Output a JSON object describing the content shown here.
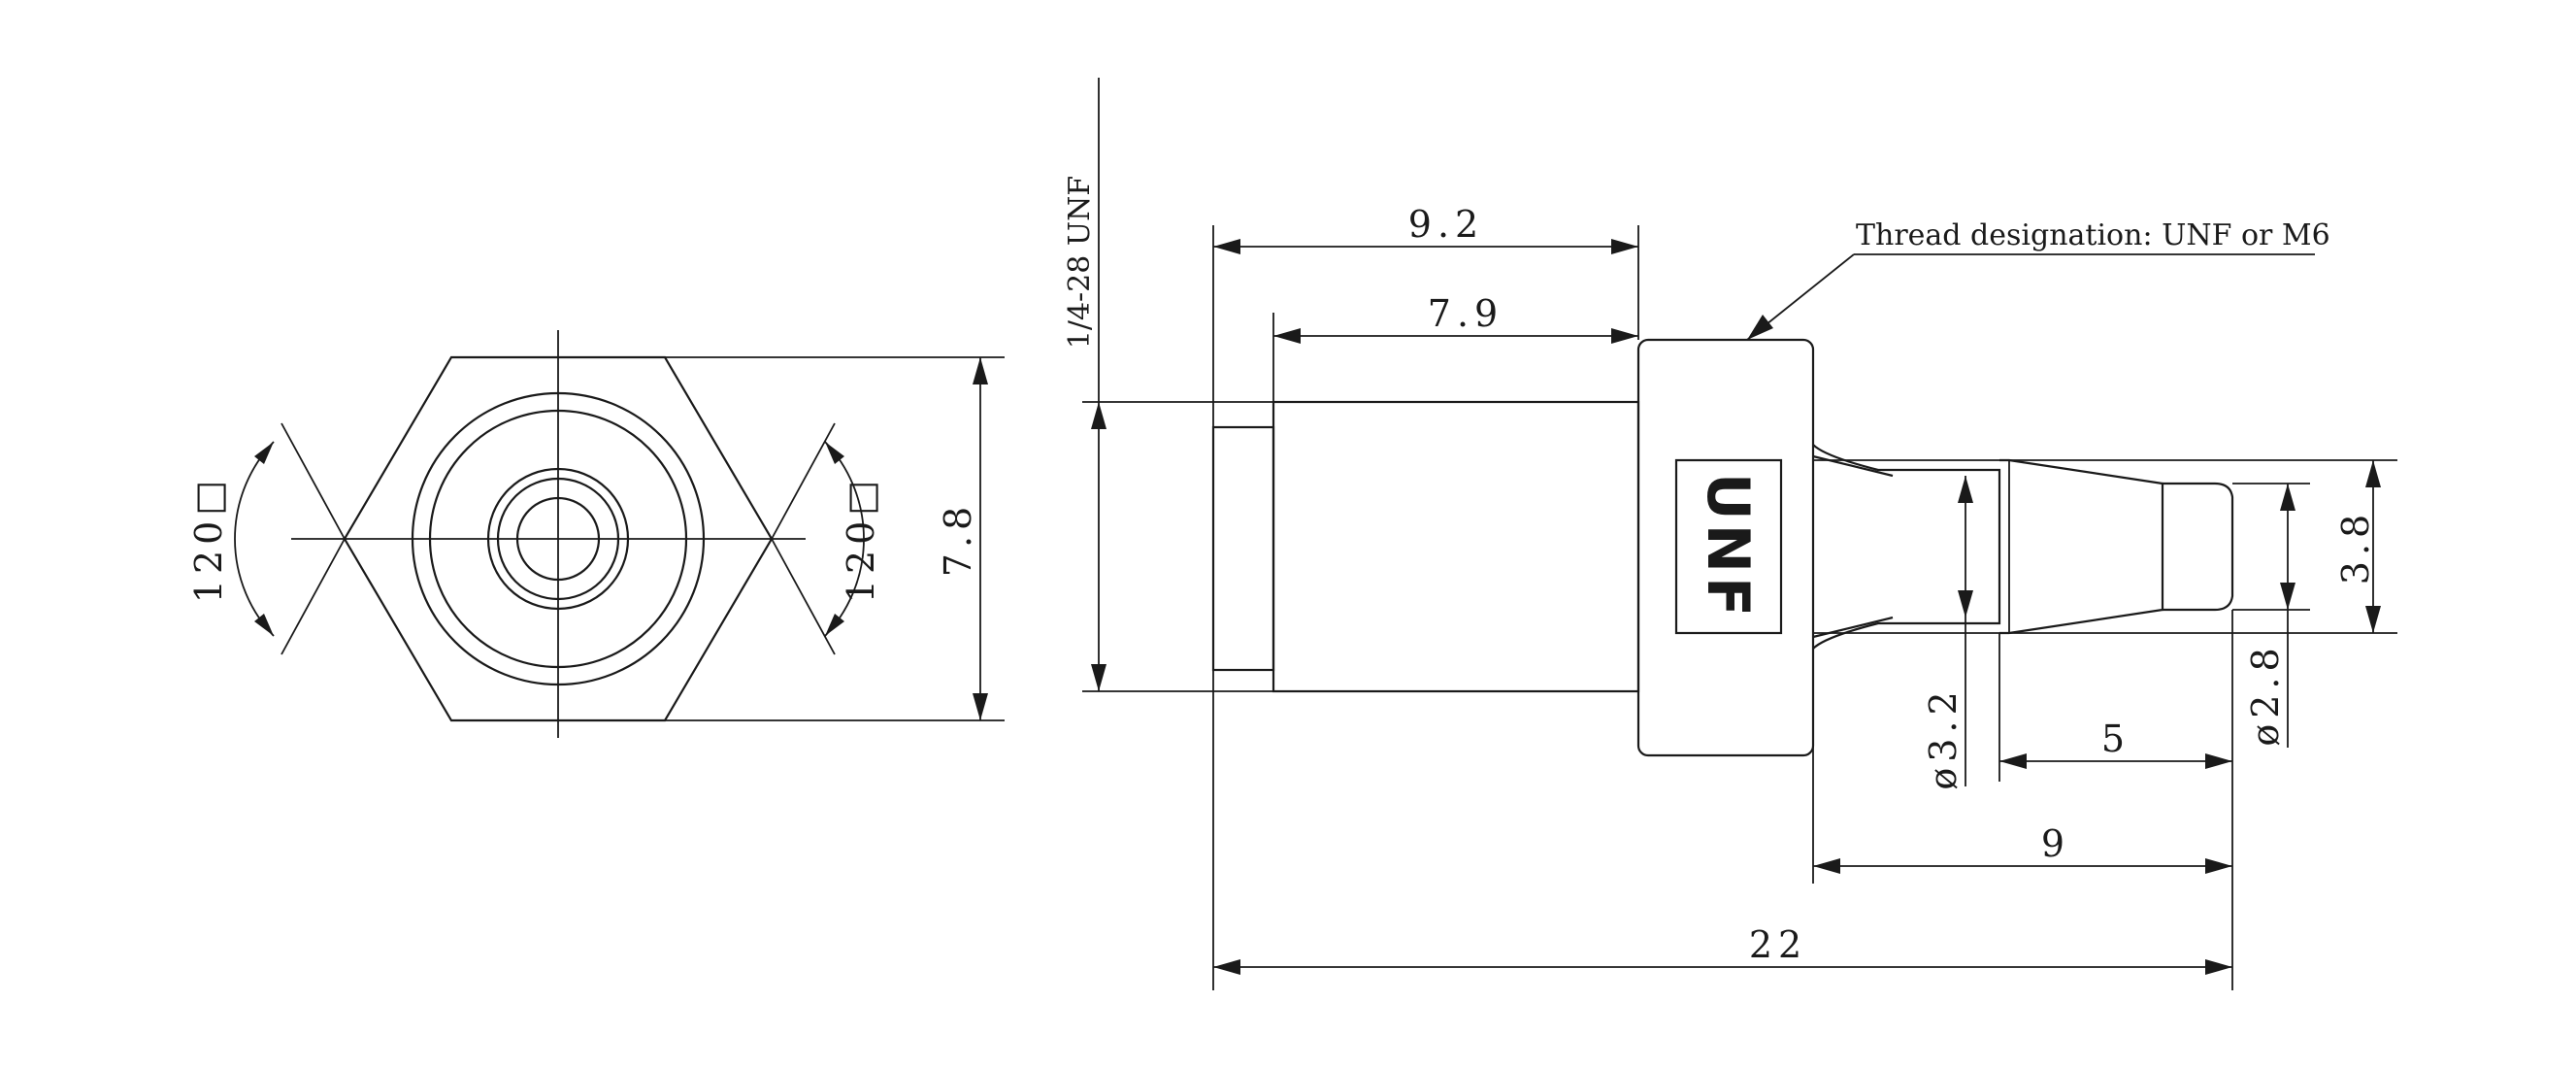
{
  "front_view": {
    "angle_left": "120□",
    "angle_right": "120□",
    "across_flats": "7.8"
  },
  "side_view": {
    "thread_spec": "1/4-28 UNF",
    "thread_note": "Thread designation: UNF or M6",
    "body_marking": "UNF",
    "dim_thread_length": "9.2",
    "dim_body_length": "7.9",
    "dim_tip_outer": "3.8",
    "dim_barb_dia": "ø3.2",
    "dim_tip_dia": "ø2.8",
    "dim_tip_length": "5",
    "dim_barb_length": "9",
    "dim_overall_length": "22"
  }
}
